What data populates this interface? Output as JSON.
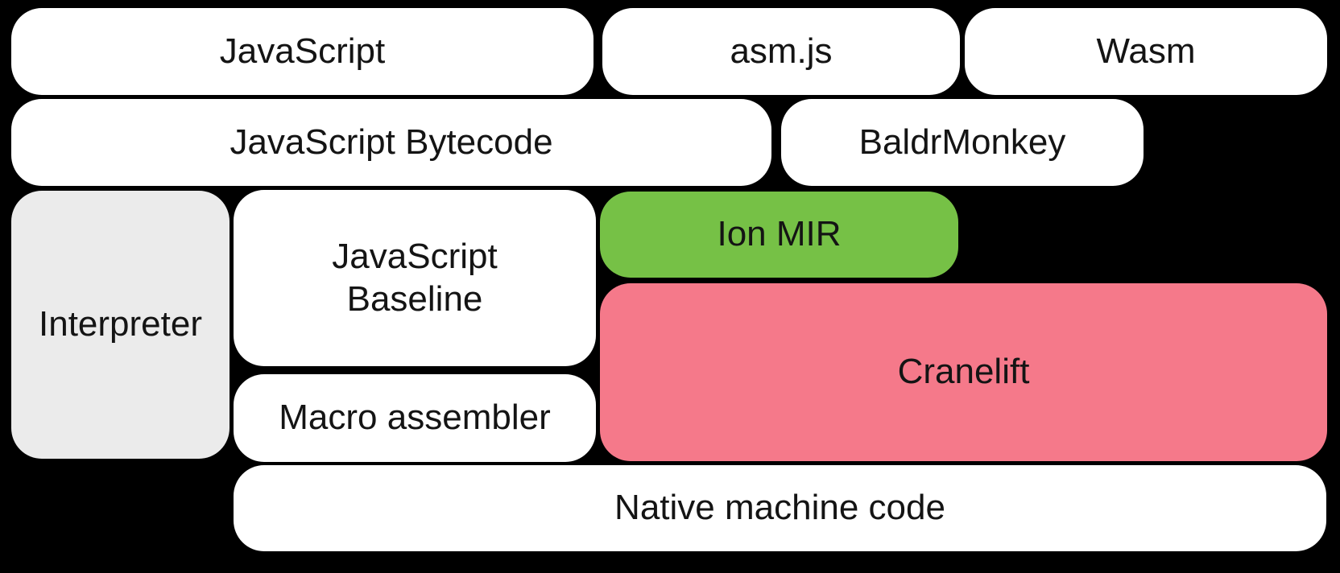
{
  "diagram": {
    "background_color": "#000000",
    "text_color": "#141414",
    "colors": {
      "default_fill": "#ffffff",
      "interpreter_fill": "#ebebeb",
      "ion_mir_fill": "#76c146",
      "cranelift_fill": "#f5798a"
    },
    "nodes": {
      "javascript": {
        "label": "JavaScript",
        "fill": "#ffffff"
      },
      "asmjs": {
        "label": "asm.js",
        "fill": "#ffffff"
      },
      "wasm": {
        "label": "Wasm",
        "fill": "#ffffff"
      },
      "js_bytecode": {
        "label": "JavaScript Bytecode",
        "fill": "#ffffff"
      },
      "baldrmonkey": {
        "label": "BaldrMonkey",
        "fill": "#ffffff"
      },
      "interpreter": {
        "label": "Interpreter",
        "fill": "#ebebeb"
      },
      "js_baseline": {
        "label": "JavaScript Baseline",
        "fill": "#ffffff"
      },
      "ion_mir": {
        "label": "Ion MIR",
        "fill": "#76c146"
      },
      "cranelift": {
        "label": "Cranelift",
        "fill": "#f5798a"
      },
      "macro_assembler": {
        "label": "Macro assembler",
        "fill": "#ffffff"
      },
      "native_machine_code": {
        "label": "Native machine code",
        "fill": "#ffffff"
      }
    }
  }
}
